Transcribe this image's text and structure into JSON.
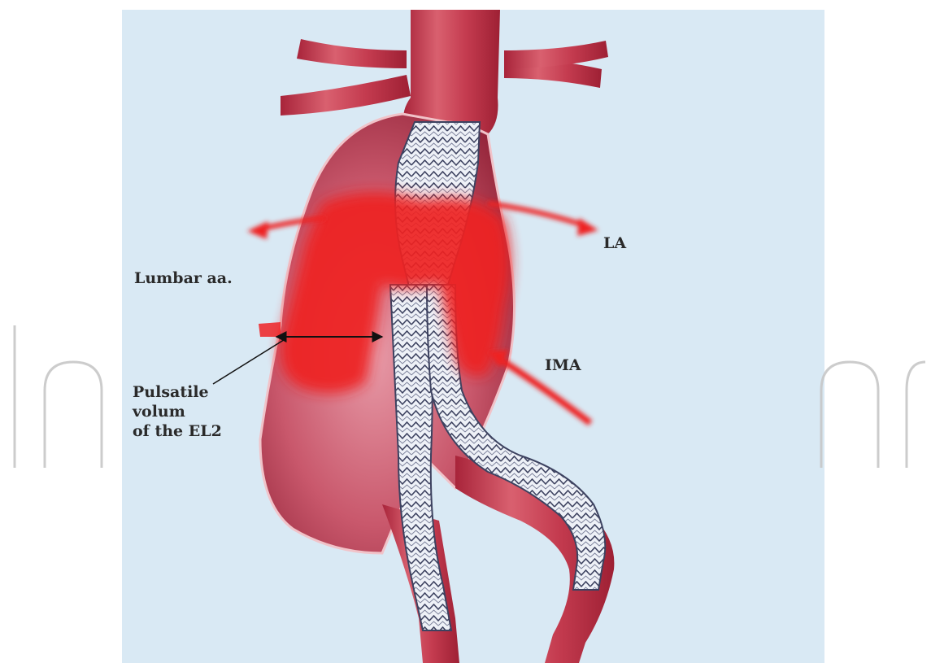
{
  "labels": {
    "lumbar": "Lumbar aa.",
    "la": "LA",
    "ima": "IMA",
    "pulsatile_line1": "Pulsatile",
    "pulsatile_line2": "volum",
    "pulsatile_line3": "of the EL2"
  },
  "watermark": "IntechOpen",
  "colors": {
    "background_panel": "#d9e9f4",
    "vessel": "#c0364a",
    "vessel_light": "#e5828f",
    "endoleak": "#ee2224",
    "stent": "#e9edf5",
    "stent_wire": "#4a4f6a",
    "watermark": "#c9c9c9"
  }
}
